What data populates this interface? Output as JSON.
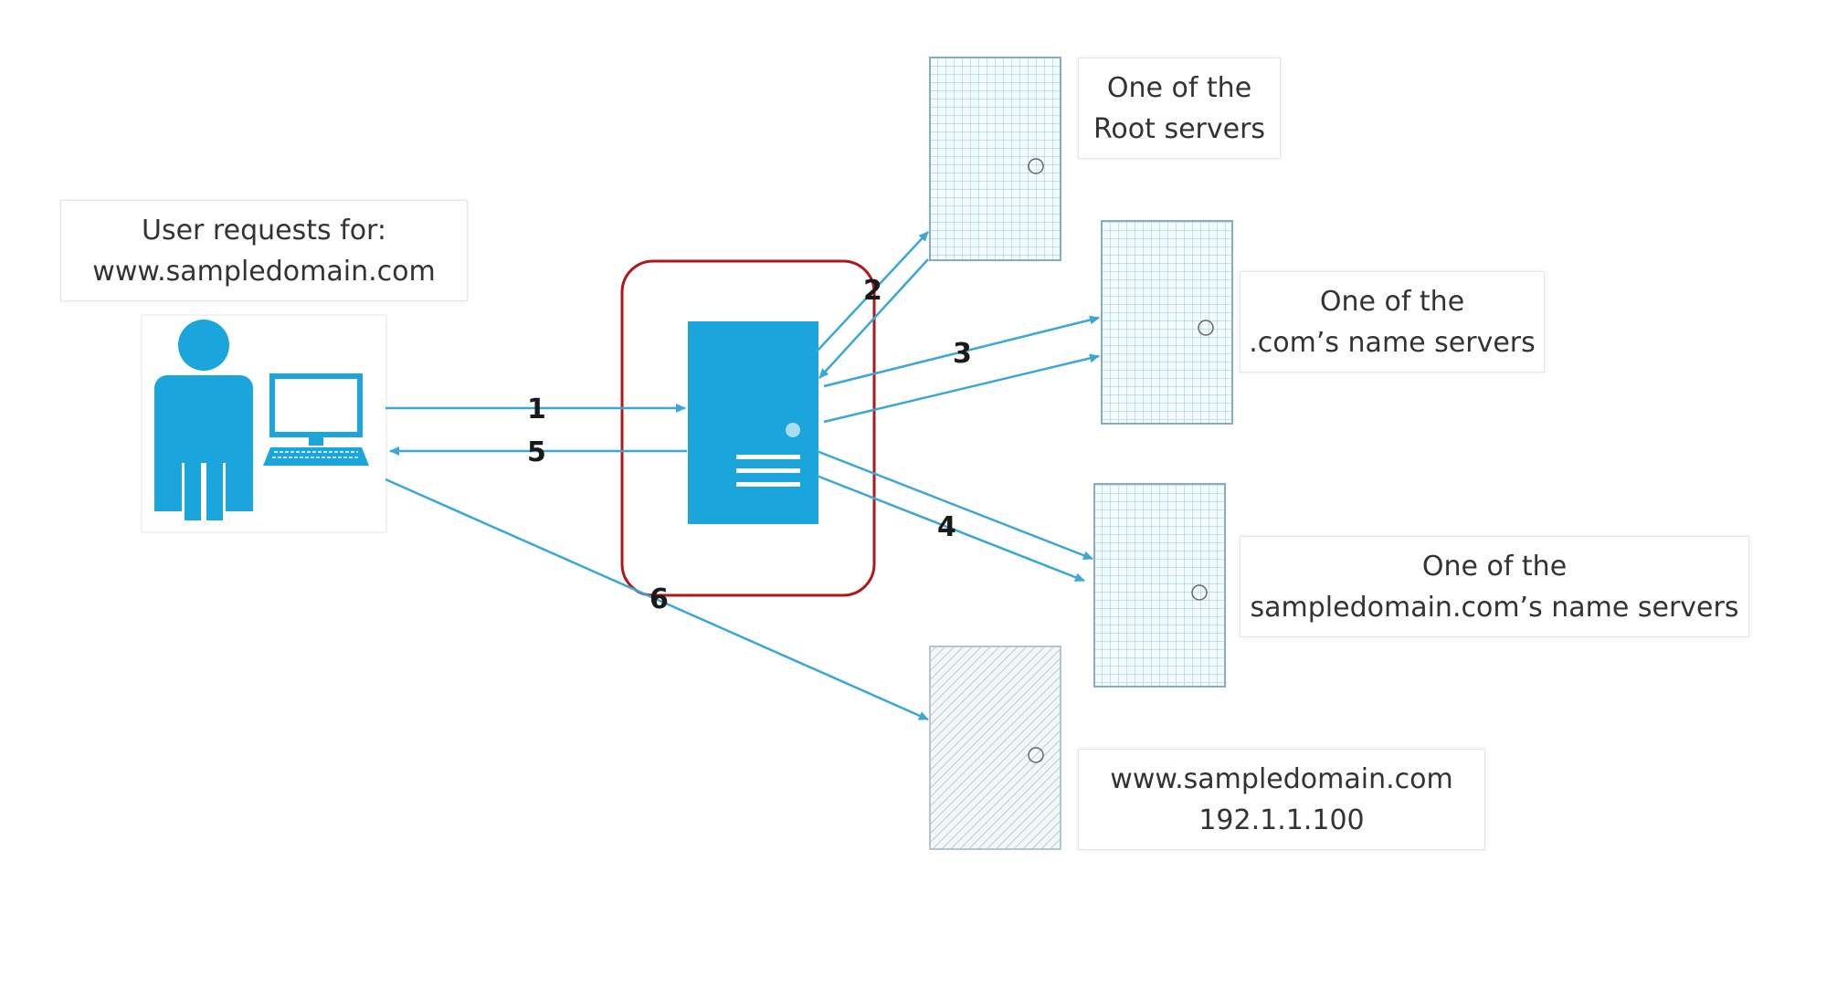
{
  "labels": {
    "user_request": [
      "User requests for:",
      "www.sampledomain.com"
    ],
    "root_servers": [
      "One of the",
      "Root servers"
    ],
    "com_servers": [
      "One of the",
      ".com’s name servers"
    ],
    "sampledomain_servers": [
      "One of the",
      "sampledomain.com’s name servers"
    ],
    "web_server": [
      "www.sampledomain.com",
      "192.1.1.100"
    ]
  },
  "steps": [
    "1",
    "2",
    "3",
    "4",
    "5",
    "6"
  ],
  "colors": {
    "accent_blue": "#1aa6dc",
    "arrow_blue": "#3aa7d6",
    "highlight_red": "#b01818",
    "grid_line": "#8fc7d6",
    "grid_border": "#88aebd"
  },
  "icons": {
    "user": "person-with-computer-icon",
    "resolver": "server-tower-icon",
    "name_server": "grid-server-icon",
    "web_server": "hatched-server-icon"
  }
}
